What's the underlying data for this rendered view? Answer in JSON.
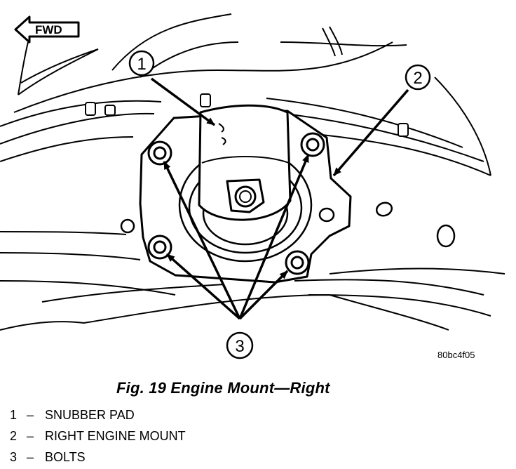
{
  "direction_label": "FWD",
  "callouts": [
    "1",
    "2",
    "3"
  ],
  "figure_code": "80bc4f05",
  "caption": "Fig. 19 Engine Mount—Right",
  "legend": [
    {
      "num": "1",
      "sep": "–",
      "text": "SNUBBER PAD"
    },
    {
      "num": "2",
      "sep": "–",
      "text": "RIGHT ENGINE MOUNT"
    },
    {
      "num": "3",
      "sep": "–",
      "text": "BOLTS"
    }
  ]
}
